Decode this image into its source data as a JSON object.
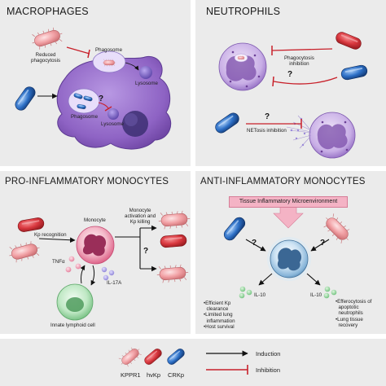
{
  "panels": {
    "macrophages": {
      "title": "MACROPHAGES",
      "reduced_phagocytosis": "Reduced\nphagocytosis",
      "phagosome_top": "Phagosome",
      "lysosome_top": "Lysosome",
      "phagosome_bottom": "Phagosome",
      "lysosome_bottom": "Lysosome",
      "question": "?"
    },
    "neutrophils": {
      "title": "NEUTROPHILS",
      "phagocytosis_inhibition": "Phagocytosis\ninhibition",
      "netosis_inhibition": "NETosis inhibition",
      "question_top": "?",
      "question_bottom": "?"
    },
    "pro_inflammatory": {
      "title": "PRO-INFLAMMATORY MONOCYTES",
      "monocyte": "Monocyte",
      "kp_recognition": "Kp recognition",
      "activation": "Monocyte\nactivation and\nKp killing",
      "tnf": "TNFα",
      "il17a": "IL-17A",
      "ilc": "Innate lymphoid cell",
      "question": "?"
    },
    "anti_inflammatory": {
      "title": "ANTI-INFLAMMATORY MONOCYTES",
      "banner": "Tissue Inflammatory Microenvironment",
      "q_left": "?",
      "q_right": "?",
      "il10_left": "IL-10",
      "il10_right": "IL-10",
      "left_outcomes": "•Efficient Kp\n  clearance\n•Limited lung\n  inflammation\n•Host survival",
      "right_outcomes": "•Efferocytosis of\n  apoptotic\n  neutrophils\n•Lung tissue\n  recovery"
    }
  },
  "legend": {
    "kppr1": "KPPR1",
    "hvkp": "hvKp",
    "crkp": "CRKp",
    "induction": "Induction",
    "inhibition": "Inhibition"
  },
  "colors": {
    "panel_bg": "#ebebeb",
    "kppr1": "#f2a2a6",
    "hvkp": "#d9383f",
    "crkp": "#2c6fc6",
    "inhibition": "#c8202a",
    "induction": "#111111",
    "macrophage": "#8e63c4",
    "neutrophil": "#9c76c8",
    "monocyte": "#e46a8e",
    "ilc": "#93d39c",
    "anti_monocyte": "#5d8fb8"
  },
  "icons": {
    "kppr1": "light-pink-rod-bacterium-icon",
    "hvkp": "red-rod-bacterium-icon",
    "crkp": "blue-rod-bacterium-icon"
  }
}
